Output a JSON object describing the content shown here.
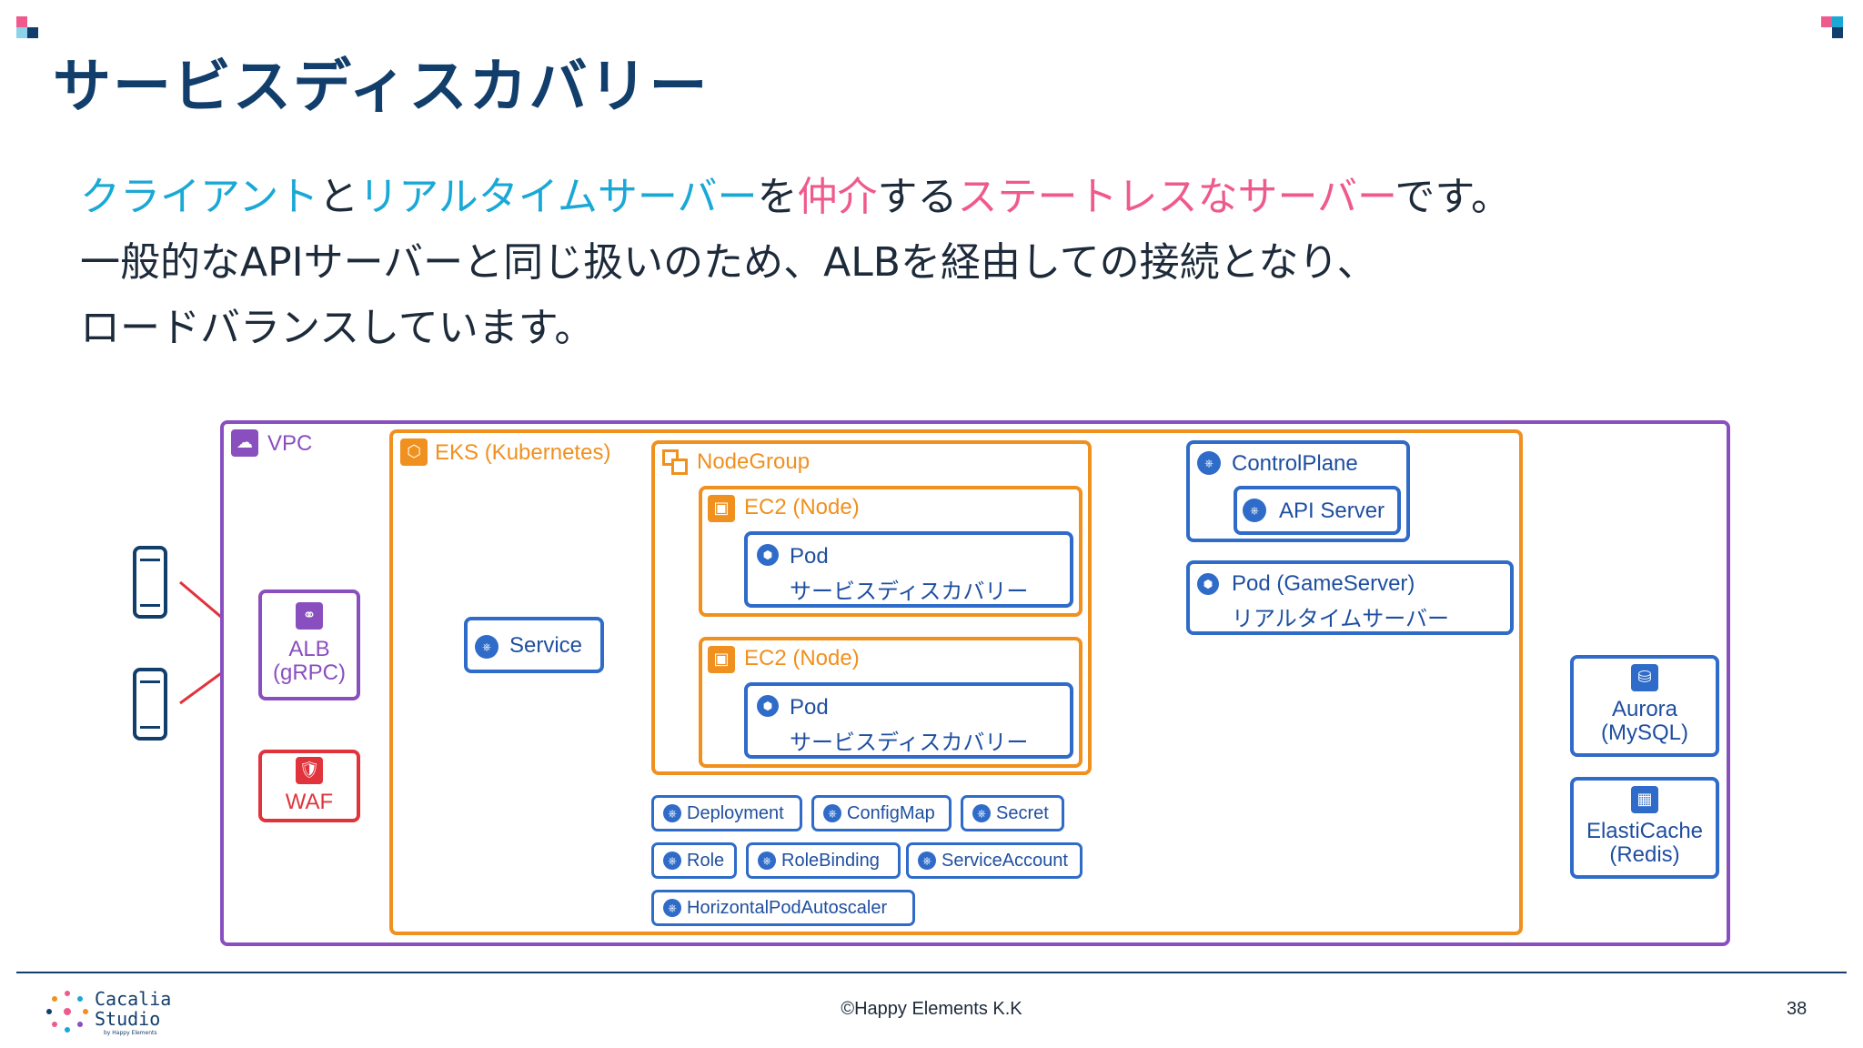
{
  "title": "サービスディスカバリー",
  "description": {
    "line1_cyan1": "クライアント",
    "line1_t1": "と",
    "line1_cyan2": "リアルタイムサーバー",
    "line1_t2": "を",
    "line1_pink1": "仲介",
    "line1_t3": "する",
    "line1_pink2": "ステートレスなサーバー",
    "line1_t4": "です。",
    "line2": "一般的なAPIサーバーと同じ扱いのため、ALBを経由しての接続となり、",
    "line3": "ロードバランスしています。"
  },
  "diagram": {
    "vpc": "VPC",
    "eks": "EKS (Kubernetes)",
    "nodegroup": "NodeGroup",
    "ec2_node_1": "EC2 (Node)",
    "ec2_node_2": "EC2 (Node)",
    "pod1": {
      "title": "Pod",
      "subtitle": "サービスディスカバリー"
    },
    "pod2": {
      "title": "Pod",
      "subtitle": "サービスディスカバリー"
    },
    "service": "Service",
    "alb": {
      "line1": "ALB",
      "line2": "(gRPC)"
    },
    "waf": "WAF",
    "controlplane": "ControlPlane",
    "apiserver": "API Server",
    "gameserver": {
      "title": "Pod (GameServer)",
      "subtitle": "リアルタイムサーバー"
    },
    "aurora": {
      "line1": "Aurora",
      "line2": "(MySQL)"
    },
    "elasticache": {
      "line1": "ElastiCache",
      "line2": "(Redis)"
    },
    "resources": [
      "Deployment",
      "ConfigMap",
      "Secret",
      "Role",
      "RoleBinding",
      "ServiceAccount",
      "HorizontalPodAutoscaler"
    ]
  },
  "footer": {
    "logo_line1": "Cacalia",
    "logo_line2": "Studio",
    "logo_sub": "by Happy Elements",
    "copyright": "©Happy Elements K.K",
    "page": "38"
  },
  "colors": {
    "title": "#123e6b",
    "cyan": "#1aa8d6",
    "pink": "#ef5a8c",
    "vpc": "#8a4fbf",
    "eks": "#f0901e",
    "k8s": "#2f6bc8",
    "alb_waf": "#e0333c"
  }
}
